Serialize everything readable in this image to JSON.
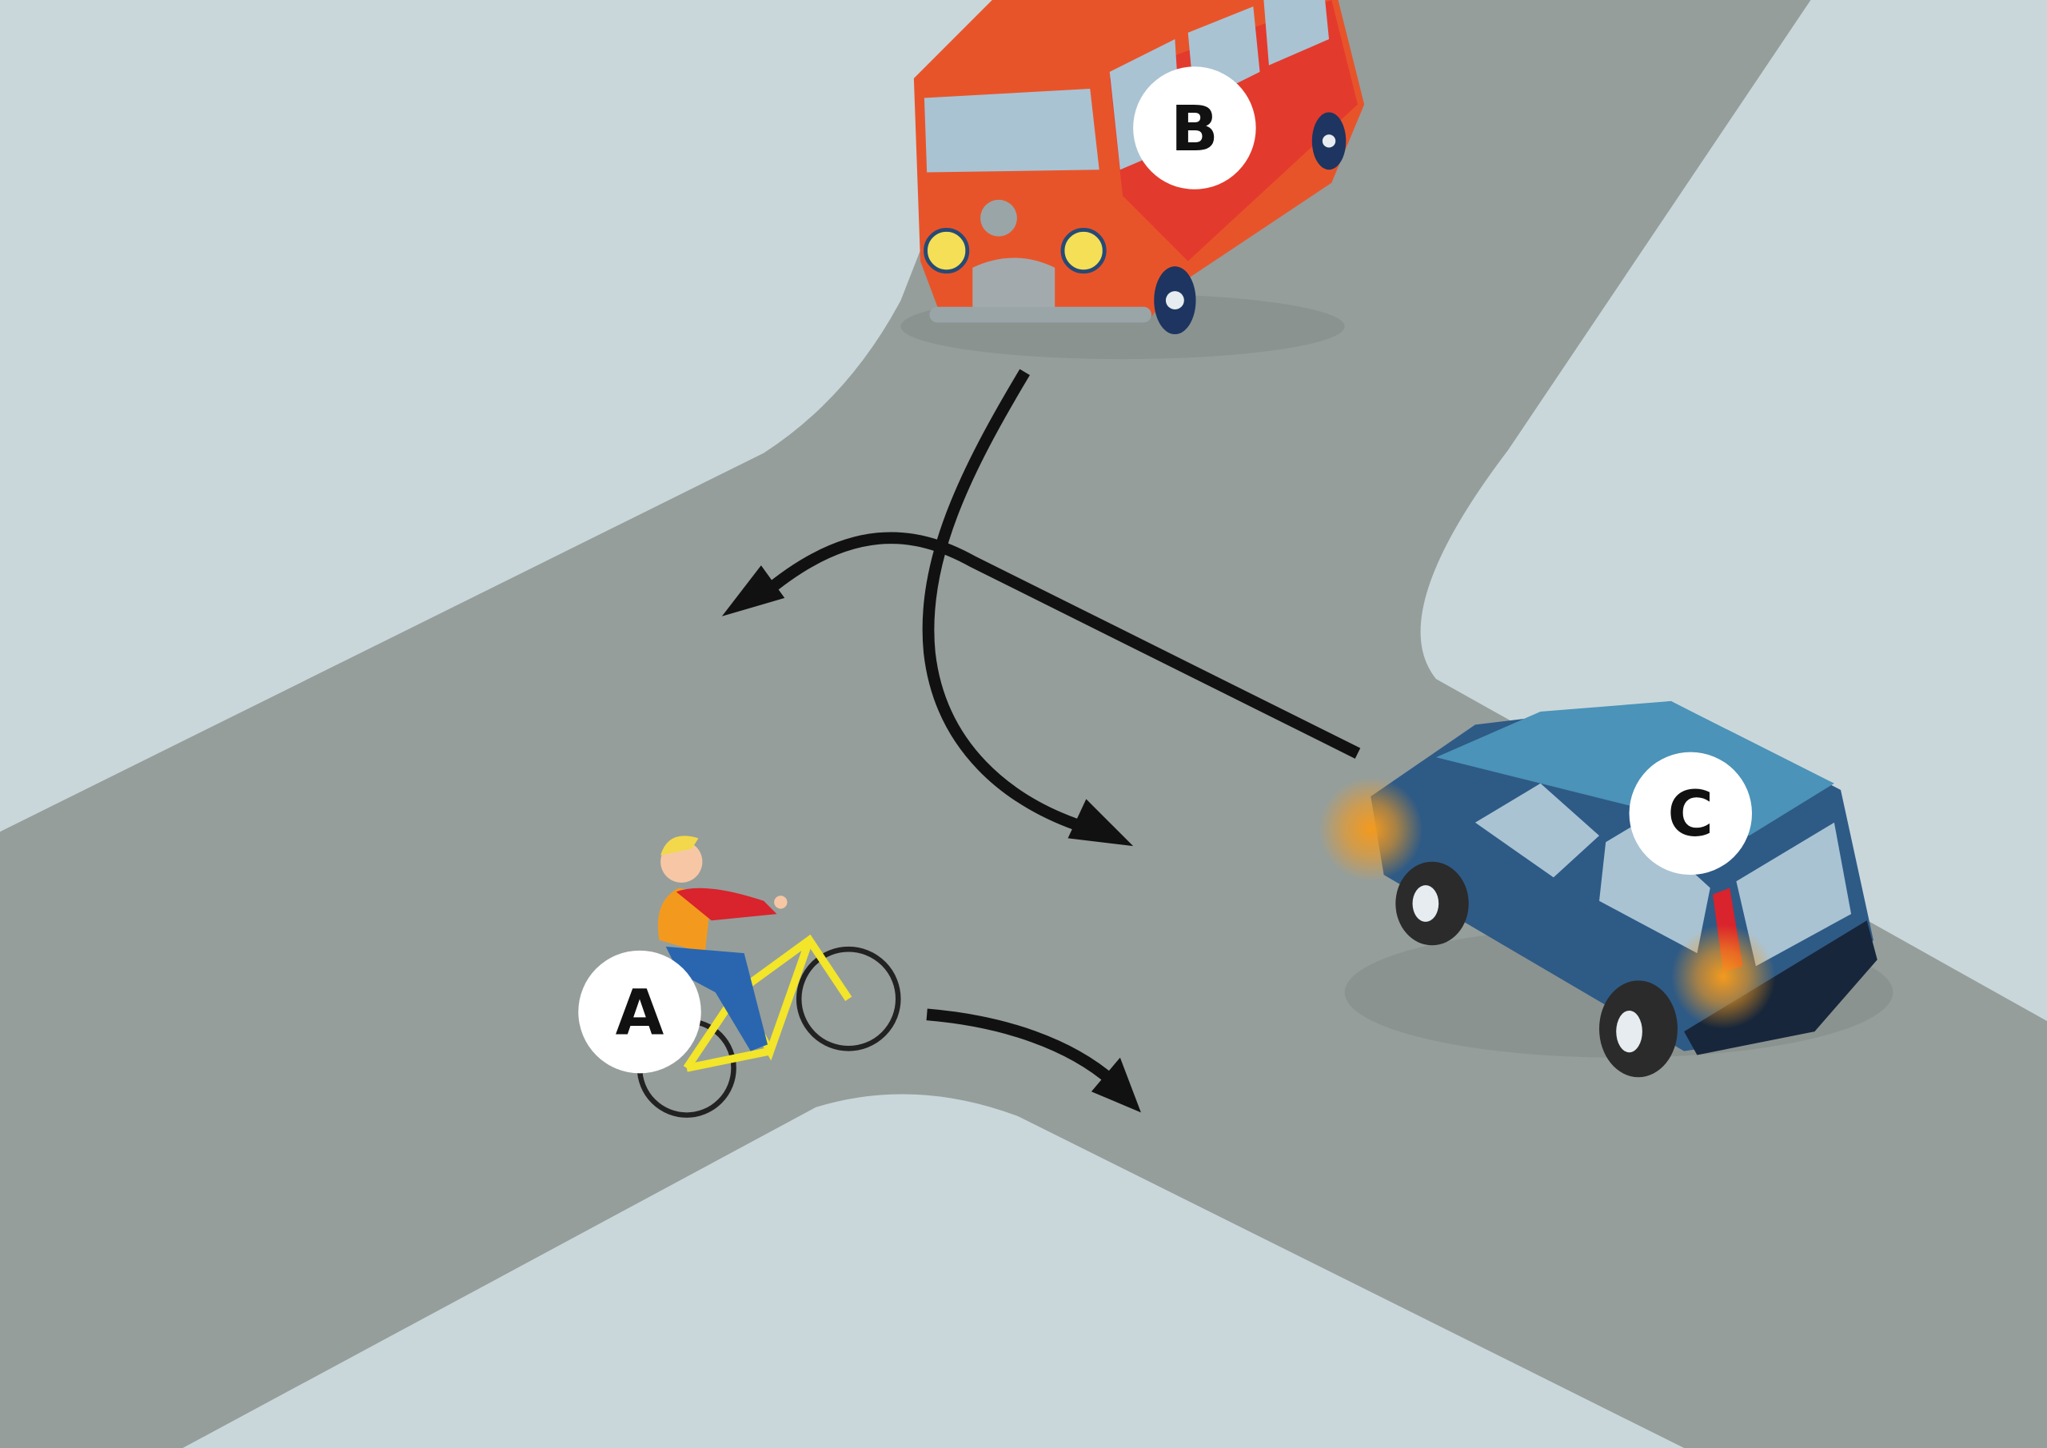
{
  "labels": {
    "cyclist": "A",
    "van": "B",
    "car": "C"
  },
  "colors": {
    "background": "#c9d7db",
    "road": "#959e9b",
    "arrow": "#111111",
    "van_body": "#e8542a",
    "van_window": "#a9c3d3",
    "car_body": "#2e5a86",
    "car_roof": "#4b93b8",
    "indicator": "#f39a1e",
    "bike_frame": "#f2e52a",
    "rider_shirt": "#d9232d",
    "rider_trousers": "#2a66b0",
    "label_circle": "#ffffff"
  }
}
